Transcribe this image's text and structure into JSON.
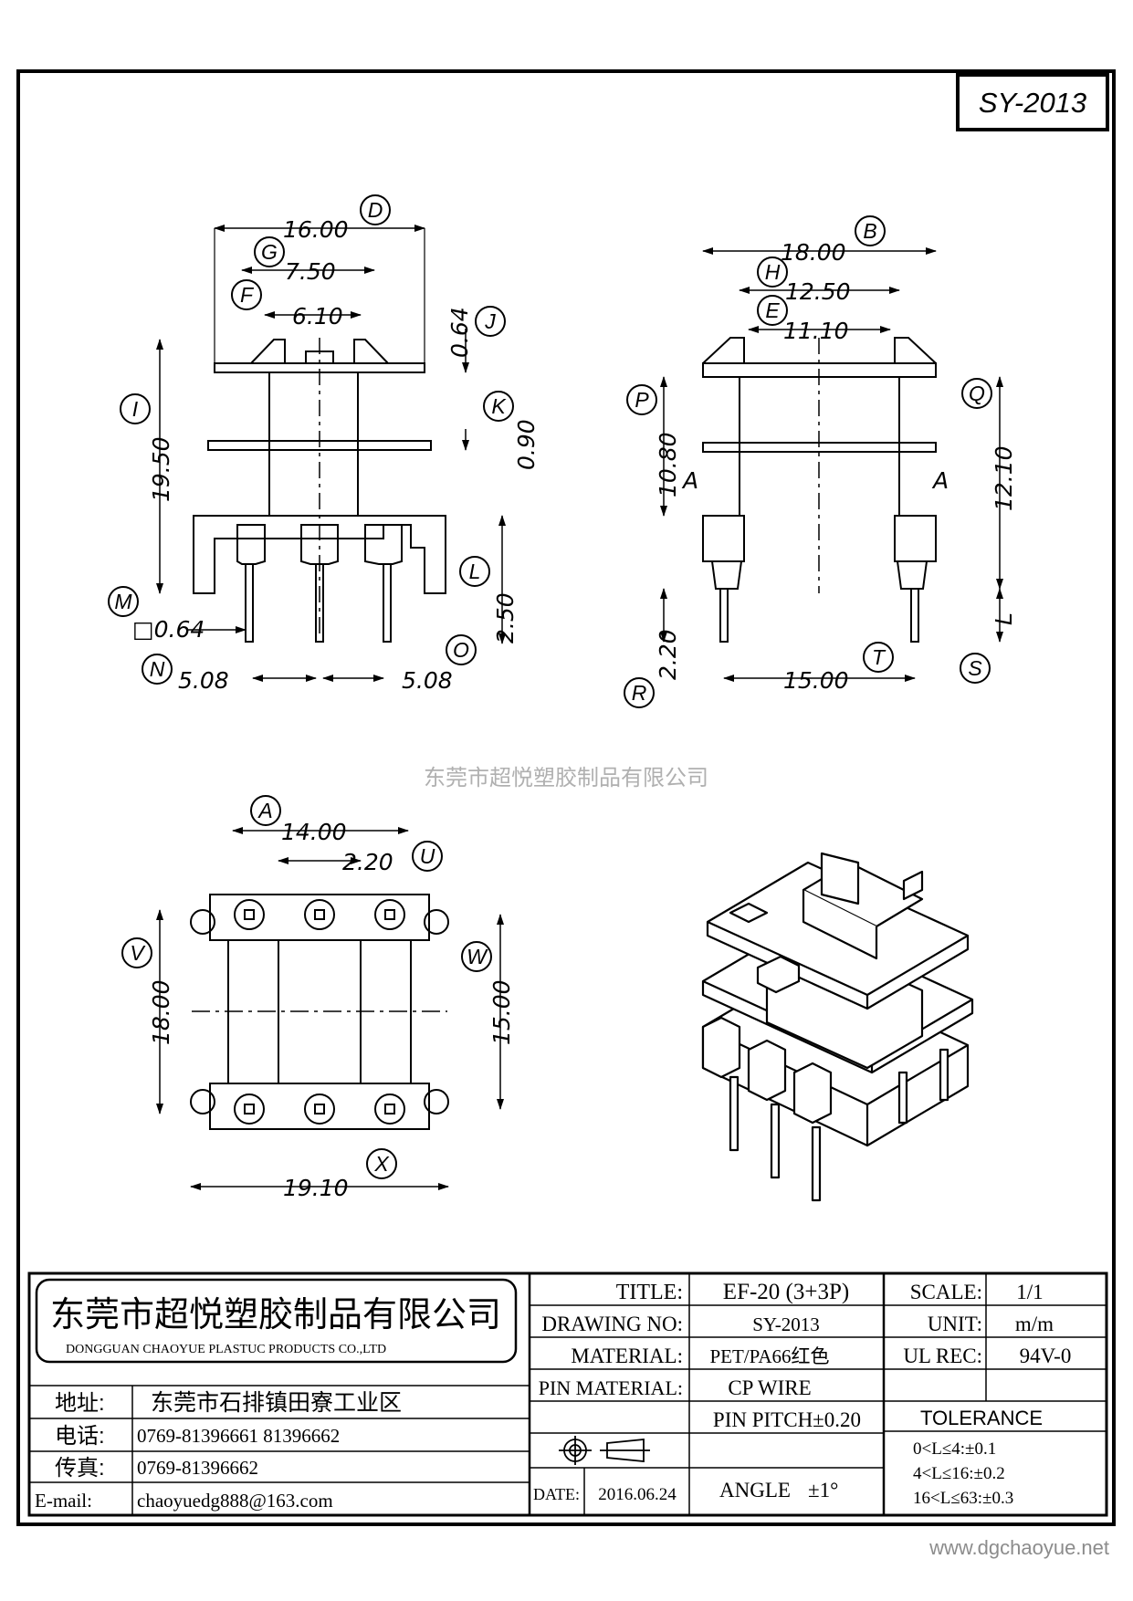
{
  "drawing_id": "SY-2013",
  "watermark": "东莞市超悦塑胶制品有限公司",
  "website": "www.dgchaoyue.net",
  "front_view": {
    "dims": {
      "D": "16.00",
      "G": "7.50",
      "F": "6.10",
      "J": "0.64",
      "K": "0.90",
      "I": "19.50",
      "L": "2.50",
      "M": "□0.64",
      "N": "5.08",
      "O": "5.08"
    },
    "letters": [
      "D",
      "G",
      "F",
      "J",
      "K",
      "I",
      "L",
      "M",
      "N",
      "O"
    ]
  },
  "side_view": {
    "dims": {
      "B": "18.00",
      "H": "12.50",
      "E": "11.10",
      "P": "10.80",
      "Q": "12.10",
      "R": "2.20",
      "T": "15.00",
      "S": "L"
    },
    "section_mark": "A",
    "letters": [
      "B",
      "H",
      "E",
      "P",
      "Q",
      "R",
      "T",
      "S"
    ]
  },
  "bottom_view": {
    "dims": {
      "A": "14.00",
      "U": "2.20",
      "V": "18.00",
      "W": "15.00",
      "X": "19.10"
    },
    "letters": [
      "A",
      "U",
      "V",
      "W",
      "X"
    ]
  },
  "title_block": {
    "company_cn": "东莞市超悦塑胶制品有限公司",
    "company_en": "DONGGUAN  CHAOYUE  PLASTUC  PRODUCTS  CO.,LTD",
    "address_label": "地址:",
    "address": "东莞市石排镇田寮工业区",
    "tel_label": "电话:",
    "tel": "0769-81396661   81396662",
    "fax_label": "传真:",
    "fax": "0769-81396662",
    "email_label": "E-mail:",
    "email": "chaoyuedg888@163.com",
    "title_label": "TITLE:",
    "title": "EF-20  (3+3P)",
    "drawing_no_label": "DRAWING NO:",
    "drawing_no": "SY-2013",
    "material_label": "MATERIAL:",
    "material": "PET/PA66红色",
    "pin_material_label": "PIN MATERIAL:",
    "pin_material": "CP  WIRE",
    "pin_pitch": "PIN PITCH±0.20",
    "date_label": "DATE:",
    "date": "2016.06.24",
    "angle_label": "ANGLE",
    "angle": "±1°",
    "scale_label": "SCALE:",
    "scale": "1/1",
    "unit_label": "UNIT:",
    "unit": "m/m",
    "ul_label": "UL REC:",
    "ul": "94V-0",
    "tolerance_label": "TOLERANCE",
    "tolerances": [
      "0<L≤4:±0.1",
      "4<L≤16:±0.2",
      "16<L≤63:±0.3"
    ]
  }
}
